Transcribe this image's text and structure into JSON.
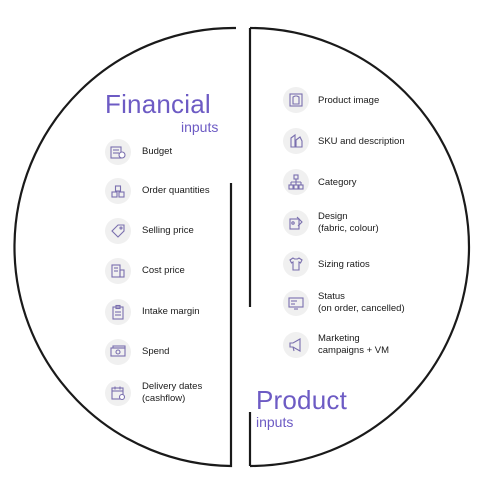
{
  "financial": {
    "title": "Financial",
    "subtitle": "inputs",
    "items": [
      {
        "label": "Budget",
        "icon": "budget-icon"
      },
      {
        "label": "Order quantities",
        "icon": "order-quantities-icon"
      },
      {
        "label": "Selling price",
        "icon": "price-tag-icon"
      },
      {
        "label": "Cost price",
        "icon": "cost-price-icon"
      },
      {
        "label": "Intake margin",
        "icon": "clipboard-icon"
      },
      {
        "label": "Spend",
        "icon": "banknote-icon"
      },
      {
        "label": "Delivery dates\n(cashflow)",
        "icon": "calendar-icon"
      }
    ]
  },
  "product": {
    "title": "Product",
    "subtitle": "inputs",
    "items": [
      {
        "label": "Product image",
        "icon": "product-image-icon"
      },
      {
        "label": "SKU and description",
        "icon": "sku-tags-icon"
      },
      {
        "label": "Category",
        "icon": "category-hierarchy-icon"
      },
      {
        "label": "Design\n(fabric, colour)",
        "icon": "design-swatch-icon"
      },
      {
        "label": "Sizing ratios",
        "icon": "tshirt-icon"
      },
      {
        "label": "Status\n(on order, cancelled)",
        "icon": "status-monitor-icon"
      },
      {
        "label": "Marketing\ncampaigns + VM",
        "icon": "megaphone-icon"
      }
    ]
  },
  "colors": {
    "accent": "#6d5bc4",
    "outline": "#1a1a1a",
    "icon_bg": "#f0f0f0",
    "icon_stroke": "#7a6fae"
  }
}
